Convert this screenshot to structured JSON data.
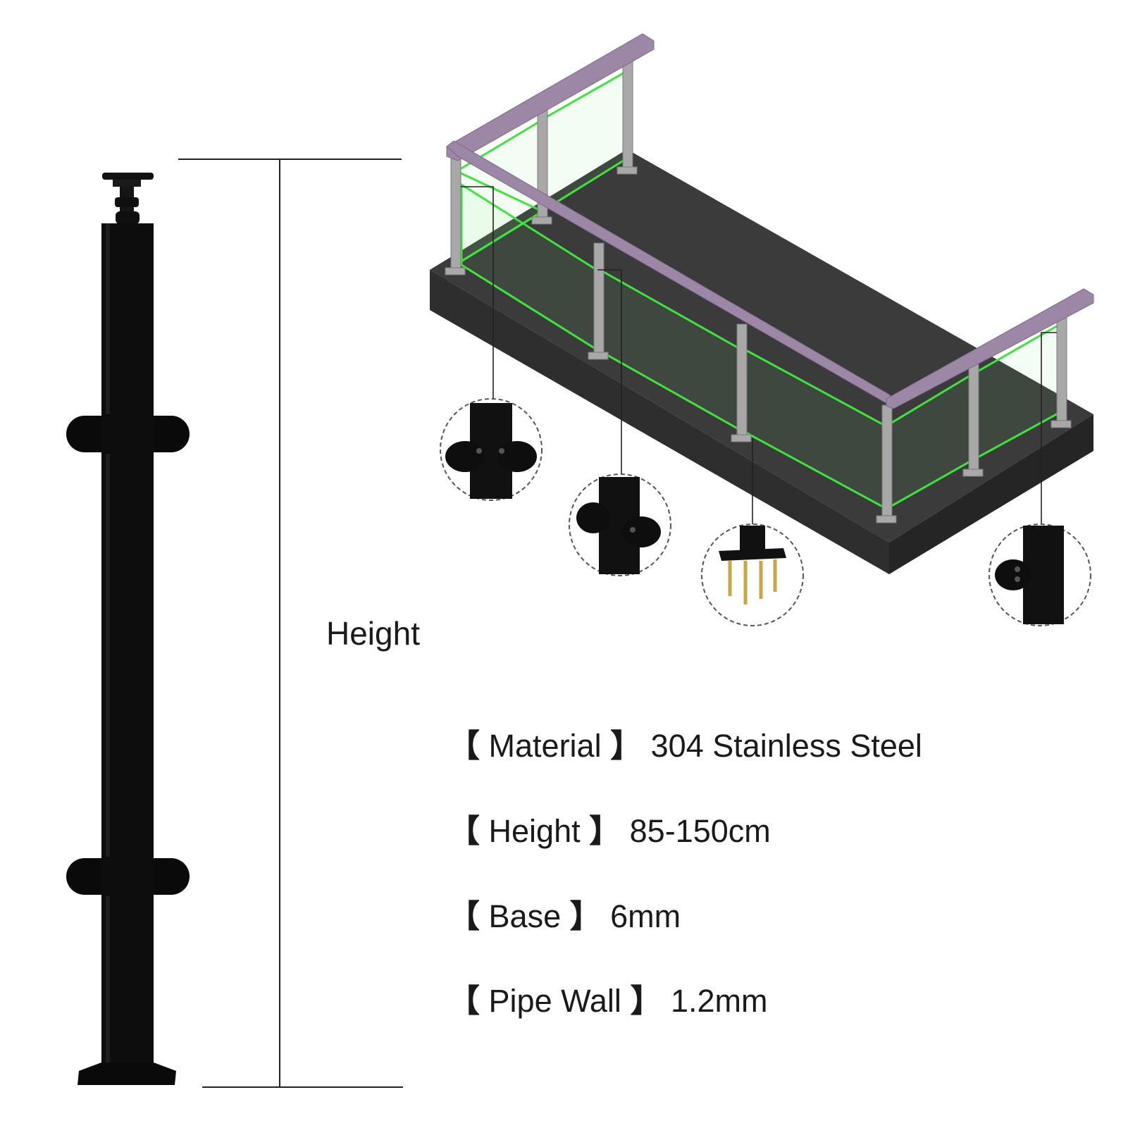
{
  "dimension": {
    "height_label": "Height"
  },
  "specs": [
    {
      "key": "Material",
      "value": "304 Stainless Steel"
    },
    {
      "key": "Height",
      "value": "85-150cm"
    },
    {
      "key": "Base",
      "value": "6mm"
    },
    {
      "key": "Pipe Wall",
      "value": "1.2mm"
    }
  ],
  "brackets": {
    "open": "【",
    "close": "】"
  },
  "colors": {
    "post": "#0d0d0d",
    "handrail": "#9d87a7",
    "glass_edge": "#3fe23f",
    "platform": "#3b3b3b",
    "stainless": "#a8a8a8"
  },
  "detail_callouts": [
    {
      "name": "corner-clamp-detail"
    },
    {
      "name": "glass-clamp-detail"
    },
    {
      "name": "base-plate-anchor-detail"
    },
    {
      "name": "end-clamp-detail"
    }
  ]
}
